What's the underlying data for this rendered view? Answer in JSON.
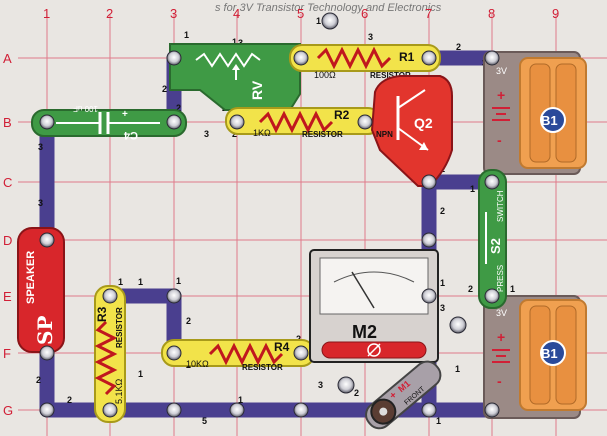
{
  "header_text": "s for 3V Transistor Technology and Electronics",
  "grid": {
    "columns": [
      "1",
      "2",
      "3",
      "4",
      "5",
      "6",
      "7",
      "8",
      "9"
    ],
    "rows": [
      "A",
      "B",
      "C",
      "D",
      "E",
      "F",
      "G"
    ]
  },
  "components": {
    "r1": {
      "name": "R1",
      "value": "100Ω",
      "type": "RESISTOR"
    },
    "r2": {
      "name": "R2",
      "value": "1KΩ",
      "type": "RESISTOR"
    },
    "r3": {
      "name": "R3",
      "value": "5.1KΩ",
      "type": "RESISTOR"
    },
    "r4": {
      "name": "R4",
      "value": "10KΩ",
      "type": "RESISTOR"
    },
    "rv": {
      "name": "RV"
    },
    "c4": {
      "name": "C4",
      "value": "100 uF",
      "polarity": "+"
    },
    "q2": {
      "name": "Q2",
      "type": "NPN"
    },
    "sp": {
      "name": "SP",
      "type": "SPEAKER"
    },
    "m2": {
      "name": "M2"
    },
    "s2": {
      "name": "S2",
      "type": "SWITCH",
      "action": "PRESS"
    },
    "b1_top": {
      "name": "B1",
      "voltage": "3V",
      "plus": "+",
      "minus": "-"
    },
    "b1_bottom": {
      "name": "B1",
      "voltage": "3V",
      "plus": "+",
      "minus": "-"
    },
    "m1": {
      "name": "M1",
      "text": "FRONT",
      "sign": "+"
    }
  },
  "wire_numbers": {
    "w1": "2",
    "w2": "3",
    "w3": "2",
    "w4": "2",
    "w5": "2",
    "w6": "3",
    "w7": "2",
    "w8": "3",
    "w9": "3",
    "w10": "2",
    "w11": "2",
    "w12": "2",
    "w13": "1",
    "w14": "1",
    "w15": "2",
    "w16": "2",
    "w17": "1",
    "w18": "2",
    "w19": "1",
    "w20": "5",
    "w21": "1",
    "w22": "3",
    "w23": "2",
    "w24": "4",
    "w25": "2",
    "w26": "1",
    "w27": "1",
    "w28": "1",
    "w29": "3",
    "w30": "2",
    "w31": "3",
    "w32": "2",
    "w33": "2",
    "w34": "3",
    "w35": "1",
    "w36": "1",
    "w37": "1",
    "w38": "1",
    "w39": "2",
    "w40": "2",
    "w41": "3",
    "w42": "1",
    "w43": "2",
    "w44": "1",
    "w45": "1",
    "w46": "1"
  },
  "colors": {
    "background": "#e9e6e2",
    "grid_line": "#e07a8a",
    "wire_blue": "#4a3f8f",
    "resistor_yellow": "#f2e34a",
    "rv_green": "#3f9a45",
    "q2_red": "#e2352d",
    "speaker_red": "#d8262b",
    "battery_orange": "#f0a050",
    "switch_green": "#3f9a45"
  }
}
